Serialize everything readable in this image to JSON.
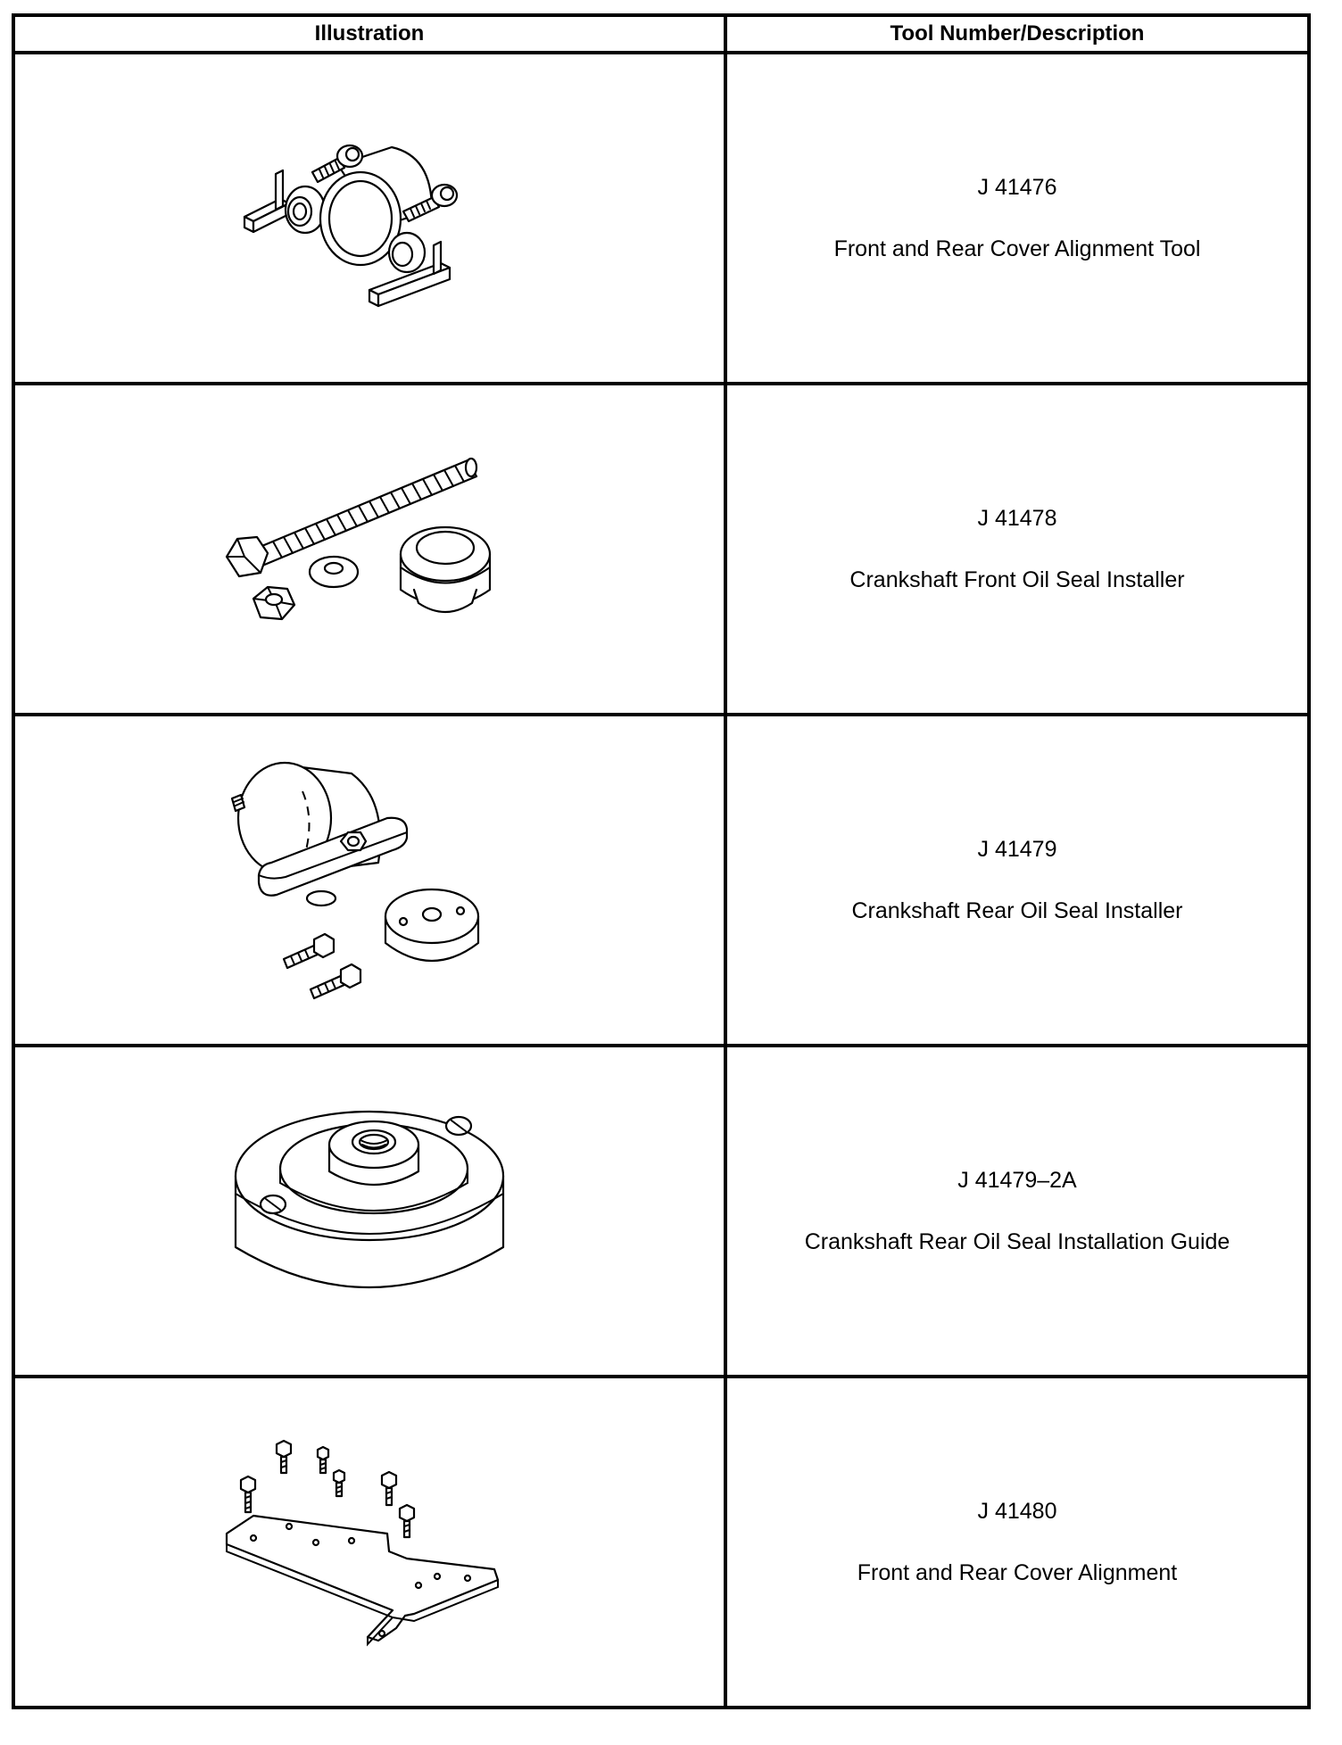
{
  "table": {
    "headers": {
      "illustration": "Illustration",
      "description": "Tool Number/Description"
    },
    "rows": [
      {
        "tool_number": "J 41476",
        "description": "Front and Rear Cover Alignment Tool",
        "illustration_icon": "cover-alignment-tool-icon"
      },
      {
        "tool_number": "J 41478",
        "description": "Crankshaft Front Oil Seal Installer",
        "illustration_icon": "front-oil-seal-installer-icon"
      },
      {
        "tool_number": "J 41479",
        "description": "Crankshaft Rear Oil Seal Installer",
        "illustration_icon": "rear-oil-seal-installer-icon"
      },
      {
        "tool_number": "J 41479–2A",
        "description": "Crankshaft Rear Oil Seal Installation Guide",
        "illustration_icon": "seal-installation-guide-icon"
      },
      {
        "tool_number": "J 41480",
        "description": "Front and Rear Cover Alignment",
        "illustration_icon": "cover-alignment-plate-icon"
      }
    ]
  }
}
